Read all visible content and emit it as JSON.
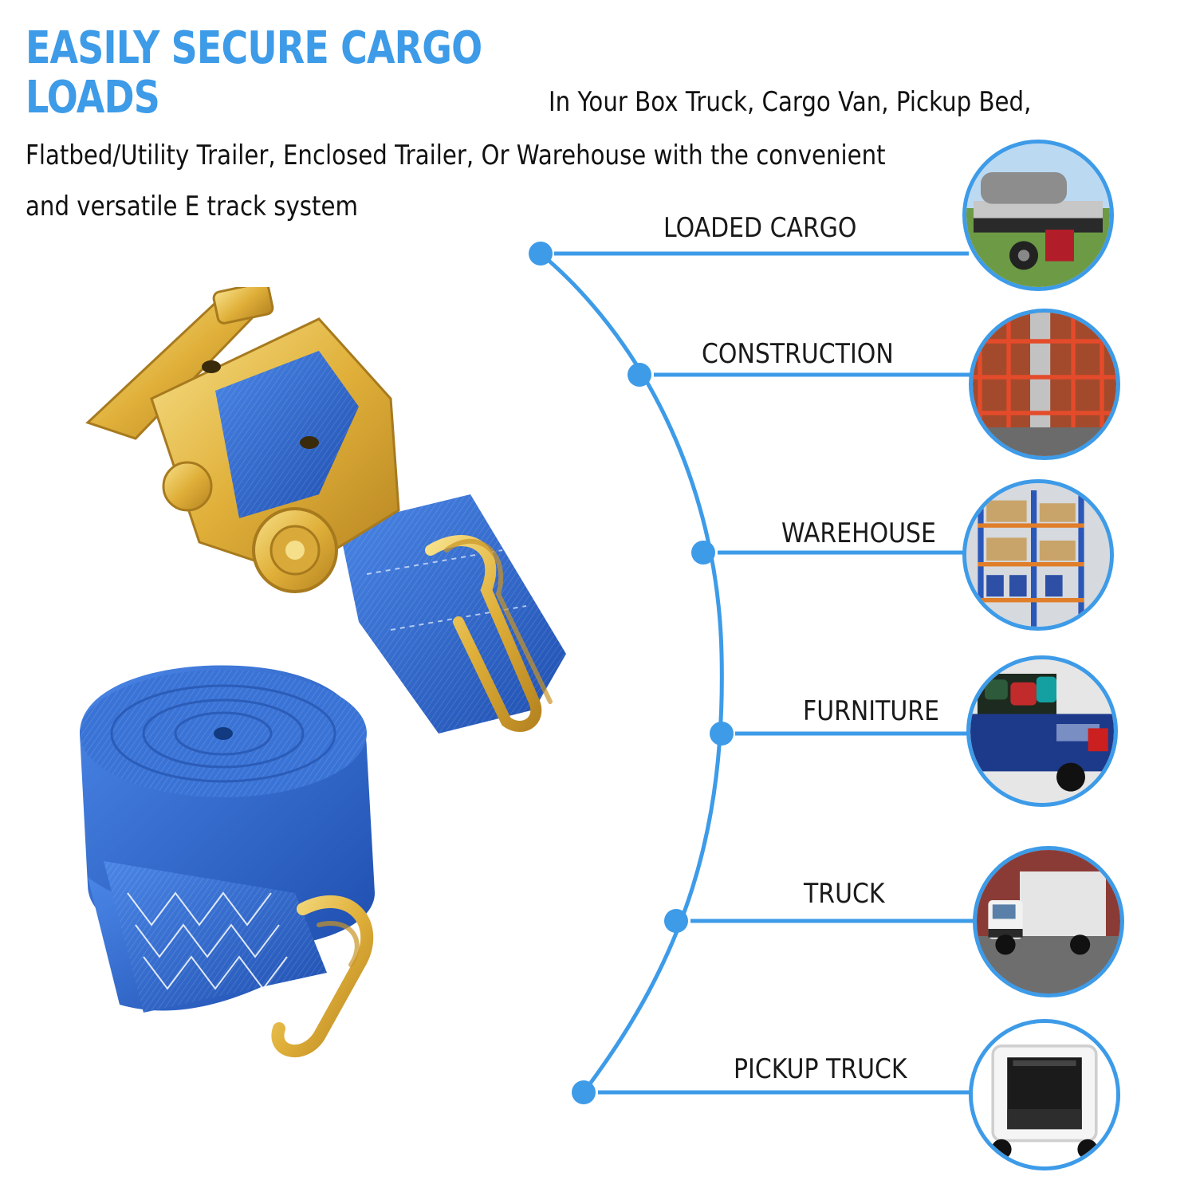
{
  "headline": {
    "main": "EASILY SECURE CARGO LOADS",
    "inline": "In Your Box Truck, Cargo Van, Pickup Bed,",
    "rest_line1": "Flatbed/Utility Trailer, Enclosed Trailer, Or Warehouse with the convenient",
    "rest_line2": "and versatile E track system"
  },
  "colors": {
    "accent": "#3d9be8",
    "strap": "#2f64c9",
    "hardware": "#e3b83a"
  },
  "uses": [
    {
      "label": "LOADED CARGO",
      "icon": "flatbed-trailer-photo"
    },
    {
      "label": "CONSTRUCTION",
      "icon": "scaffolding-photo"
    },
    {
      "label": "WAREHOUSE",
      "icon": "warehouse-racks-photo"
    },
    {
      "label": "FURNITURE",
      "icon": "pickup-bed-cargo-photo"
    },
    {
      "label": "TRUCK",
      "icon": "box-truck-photo"
    },
    {
      "label": "PICKUP TRUCK",
      "icon": "cargo-van-interior-photo"
    }
  ]
}
